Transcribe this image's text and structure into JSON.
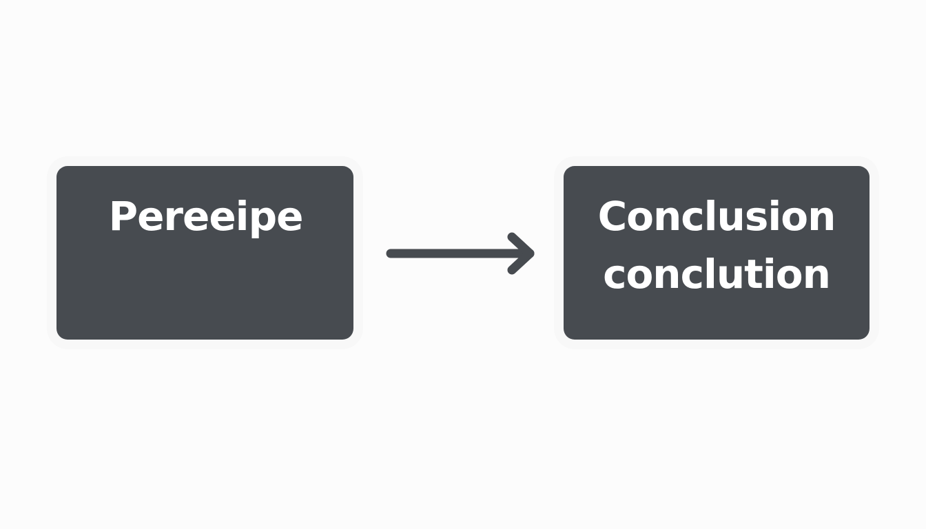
{
  "diagram": {
    "nodes": [
      {
        "id": "left",
        "lines": [
          "Pereeipe"
        ]
      },
      {
        "id": "right",
        "lines": [
          "Conclusion",
          "conclution"
        ]
      }
    ],
    "edges": [
      {
        "from": "left",
        "to": "right"
      }
    ],
    "colors": {
      "background": "#fcfcfc",
      "node_fill": "#474b50",
      "node_text": "#ffffff",
      "arrow": "#474b50"
    }
  }
}
